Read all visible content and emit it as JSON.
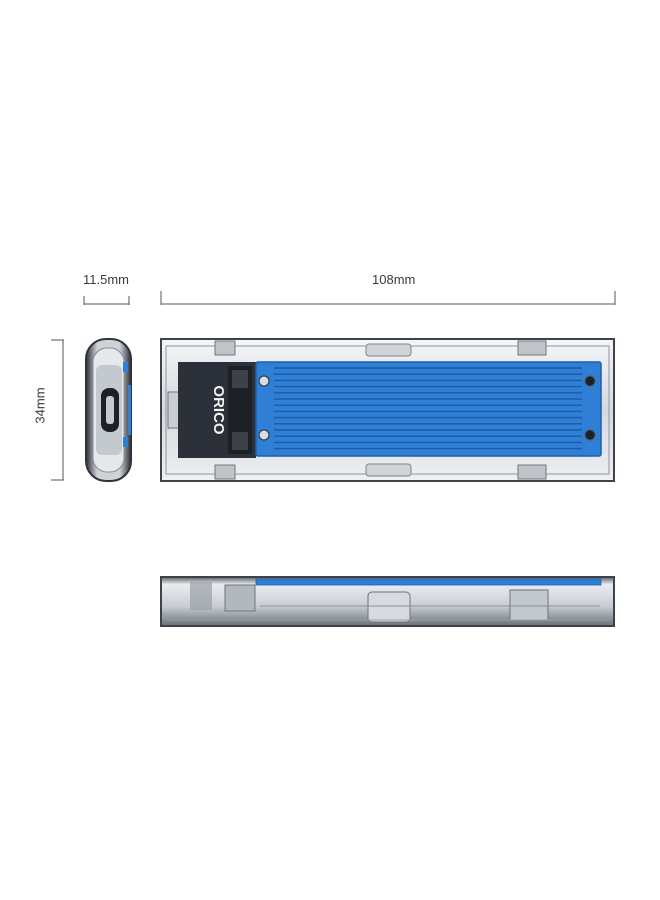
{
  "dimensions": {
    "width": "11.5mm",
    "length": "108mm",
    "height": "34mm"
  },
  "product": {
    "brand_marking": "ORICO"
  },
  "colors": {
    "heatsink": "#2f7fd6",
    "heatsink_dark": "#1f5fab",
    "shell": "#d9dde2",
    "shell_edge": "#444a52",
    "dimension_line": "#555555"
  }
}
